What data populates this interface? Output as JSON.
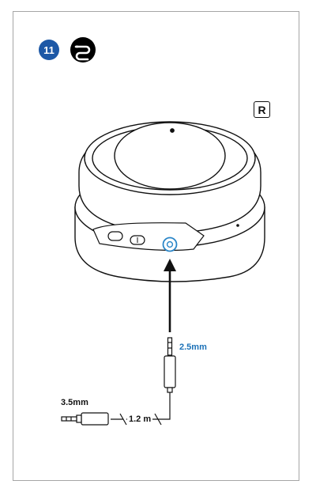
{
  "step": {
    "number": "11"
  },
  "side_marker": "R",
  "icons": {
    "step_icon": "cable-icon"
  },
  "labels": {
    "headphone_plug": "2.5mm",
    "device_plug": "3.5mm",
    "cable_length": "1.2 m"
  },
  "colors": {
    "step_badge": "#1d58a6",
    "accent_label": "#1d72b8",
    "jack_highlight": "#2a86c8"
  }
}
